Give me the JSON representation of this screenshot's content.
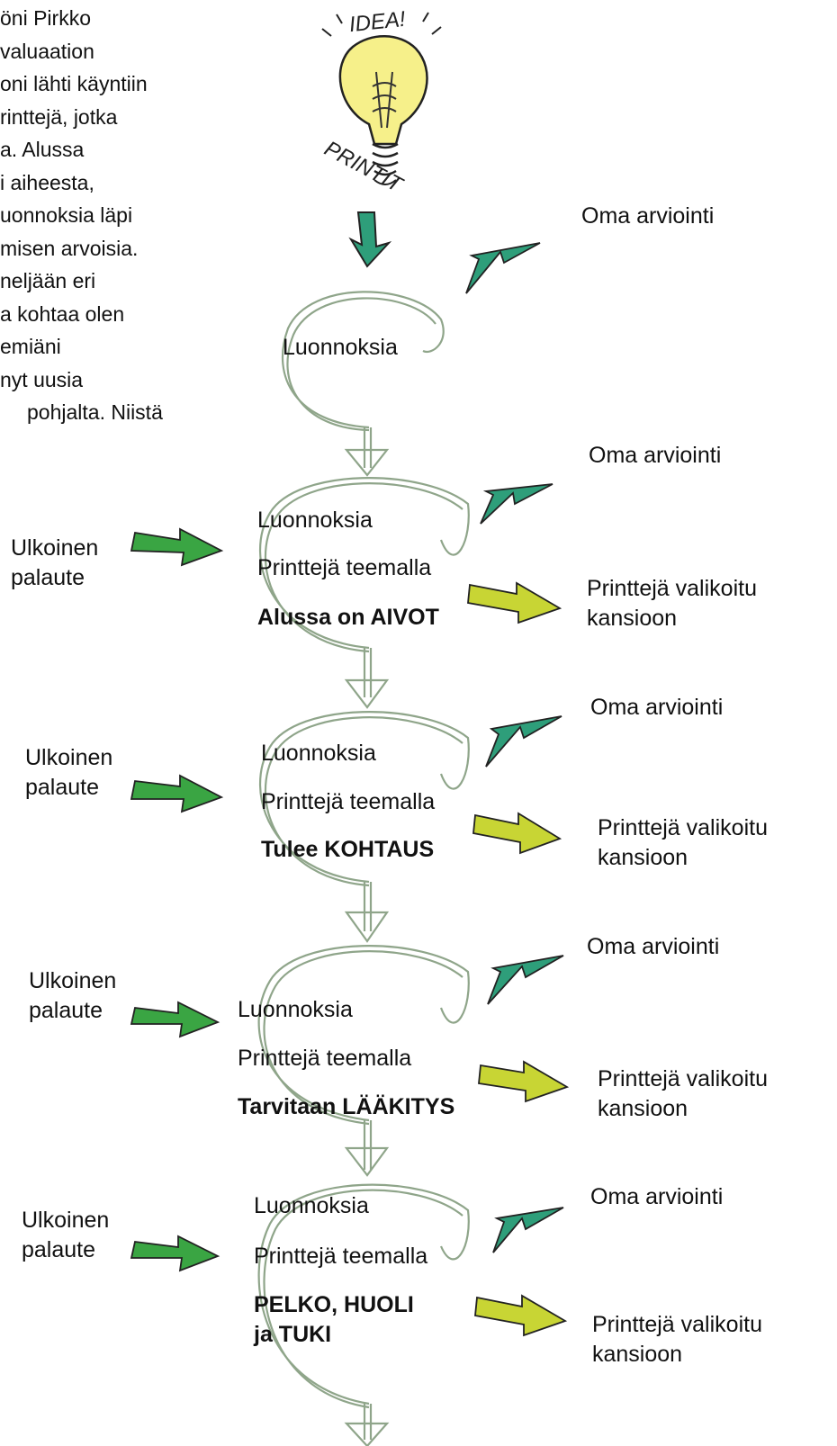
{
  "intro_lines": [
    "öni Pirkko",
    "valuaation",
    "oni lähti käyntiin",
    "rinttejä, jotka",
    "a. Alussa",
    "i aiheesta,",
    "uonnoksia läpi",
    "misen arvoisia.",
    "neljään eri",
    "a kohtaa olen",
    "emiäni",
    "nyt uusia",
    "pohjalta. Niistä"
  ],
  "bulb": {
    "top_text": "IDEA!",
    "bottom_text": "PRINTIT"
  },
  "first_stage": {
    "own_assessment": "Oma arviointi",
    "label": "Luonnoksia"
  },
  "stages": [
    {
      "own_assessment": "Oma arviointi",
      "feedback": "Ulkoinen palaute",
      "line1": "Luonnoksia",
      "line2": "Printtejä teemalla",
      "theme": "Alussa on AIVOT",
      "output": "Printtejä valikoitu kansioon"
    },
    {
      "own_assessment": "Oma arviointi",
      "feedback": "Ulkoinen palaute",
      "line1": "Luonnoksia",
      "line2": "Printtejä teemalla",
      "theme": "Tulee KOHTAUS",
      "output": "Printtejä valikoitu kansioon"
    },
    {
      "own_assessment": "Oma arviointi",
      "feedback": "Ulkoinen palaute",
      "line1": "Luonnoksia",
      "line2": "Printtejä teemalla",
      "theme": "Tarvitaan LÄÄKITYS",
      "output": "Printtejä valikoitu kansioon"
    },
    {
      "own_assessment": "Oma arviointi",
      "feedback": "Ulkoinen palaute",
      "line1": "Luonnoksia",
      "line2": "Printtejä teemalla",
      "theme": "PELKO, HUOLI ja TUKI",
      "output": "Printtejä valikoitu kansioon"
    }
  ],
  "colors": {
    "loop_stroke": "#8fa58a",
    "arrow_teal": "#2e9e7a",
    "arrow_green": "#3aa543",
    "arrow_yellow": "#c8d534",
    "bulb_fill": "#f6f08a"
  }
}
